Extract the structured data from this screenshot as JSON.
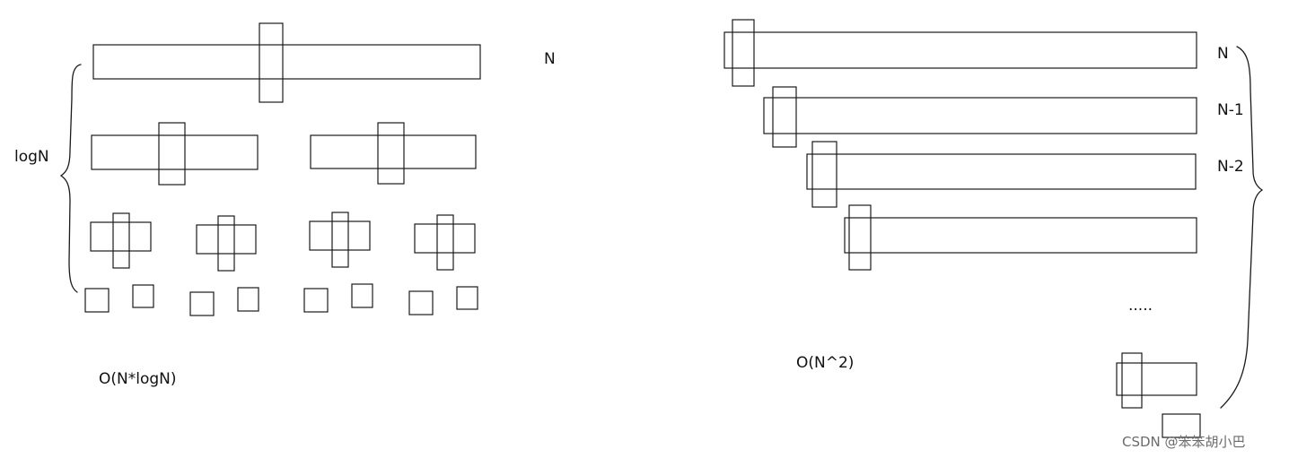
{
  "left_diagram": {
    "top_label": "N",
    "depth_label": "logN",
    "complexity": "O(N*logN)"
  },
  "right_diagram": {
    "row_labels": [
      "N",
      "N-1",
      "N-2"
    ],
    "ellipsis": ".....",
    "complexity": "O(N^2)"
  },
  "watermark": "CSDN @笨笨胡小巴"
}
